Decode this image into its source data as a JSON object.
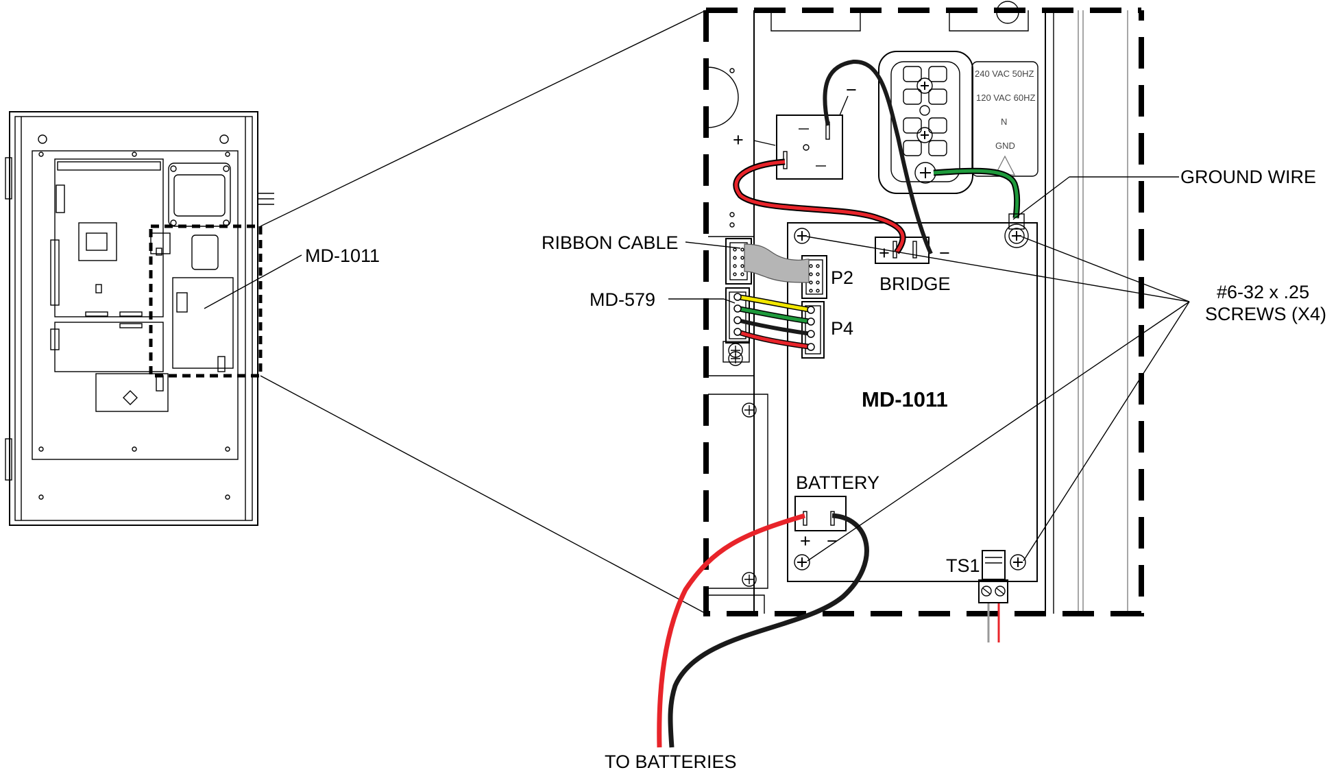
{
  "labels": {
    "md1011_callout": "MD-1011",
    "ribbon_cable": "RIBBON CABLE",
    "md579": "MD-579",
    "p2": "P2",
    "p4": "P4",
    "bridge": "BRIDGE",
    "bridge_plus": "+",
    "bridge_minus": "−",
    "rect_plus": "+",
    "rect_minus": "−",
    "md1011_board": "MD-1011",
    "battery": "BATTERY",
    "battery_plus": "+",
    "battery_minus": "−",
    "ts1": "TS1",
    "to_batteries": "TO BATTERIES",
    "ground_wire": "GROUND WIRE",
    "screws_line1": "#6-32 x .25",
    "screws_line2": "SCREWS (X4)"
  },
  "terminal_block": {
    "v240": "240 VAC 50HZ",
    "v120": "120 VAC 60HZ",
    "n": "N",
    "gnd": "GND"
  },
  "colors": {
    "red_wire": "#e8242a",
    "black_wire": "#1a1a1a",
    "green_wire": "#1f9a3c",
    "yellow_wire": "#f2e600",
    "ribbon": "#b5b5b5"
  }
}
